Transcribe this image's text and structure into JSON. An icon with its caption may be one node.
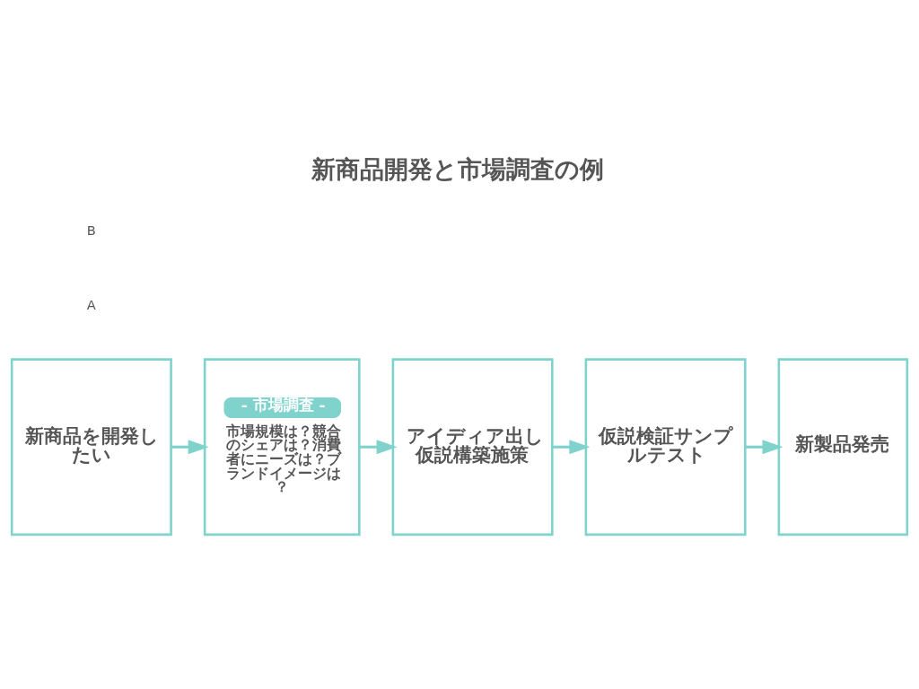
{
  "diagram": {
    "title": "新商品開発と市場調査の例",
    "nodes": [
      {
        "text": [
          "新商品を開発したい"
        ]
      },
      {
        "text": [
          "- 市場調査 -",
          "市場規模は？競合のシェアは？消費者にニーズは？ブランドイメージは？"
        ]
      },
      {
        "text": [
          "アイディア出し仮説構築施策"
        ]
      },
      {
        "text": [
          "仮説検証サンプルテスト"
        ]
      },
      {
        "text": [
          "新製品発売"
        ]
      }
    ],
    "edges": [
      {
        "from": 0,
        "to": 1,
        "arrow": "to"
      },
      {
        "from": 1,
        "to": 2,
        "arrow": "to"
      },
      {
        "from": 2,
        "to": 3,
        "arrow": "to"
      },
      {
        "from": 3,
        "to": 4,
        "arrow": "to"
      }
    ],
    "labels": [
      "A",
      "B"
    ]
  }
}
